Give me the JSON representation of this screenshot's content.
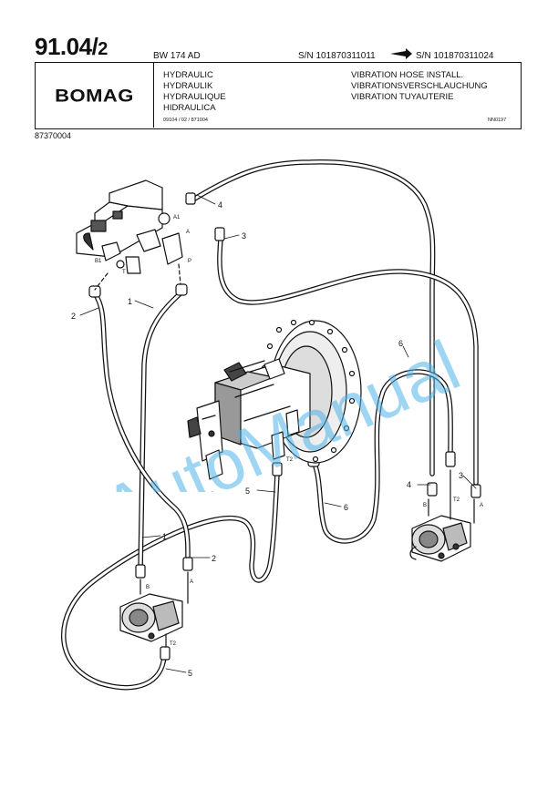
{
  "header": {
    "page_number": "91.04/",
    "page_sub": "2",
    "model": "BW 174 AD",
    "sn_from": "S/N 101870311011",
    "sn_to": "S/N 101870311024",
    "logo": "BOMAG",
    "group_lines": [
      "HYDRAULIC",
      "HYDRAULIK",
      "HYDRAULIQUE",
      "HIDRAULICA"
    ],
    "title_lines": [
      "VIBRATION HOSE INSTALL.",
      "VIBRATIONSVERSCHLAUCHUNG",
      "VIBRATION  TUYAUTERIE"
    ],
    "doc_ref": "09104 / 02 / 871004",
    "doc_code": "NN0197",
    "part_number": "87370004"
  },
  "callouts": {
    "c1a": "1",
    "c1b": "1",
    "c2a": "2",
    "c2b": "2",
    "c3a": "3",
    "c3b": "3",
    "c4a": "4",
    "c4b": "4",
    "c5a": "5",
    "c5b": "5",
    "c6a": "6",
    "c6b": "6"
  },
  "ports": {
    "valve_a1": "A1",
    "valve_a": "A",
    "valve_b1": "B1",
    "valve_t": "T",
    "valve_p": "P",
    "pump_t2": "T2",
    "motor_r_b": "B",
    "motor_r_t2": "T2",
    "motor_r_a": "A",
    "motor_l_b": "B",
    "motor_l_a": "A",
    "motor_l_t2": "T2"
  },
  "watermark": "AutoManual",
  "colors": {
    "ink": "#111111",
    "watermark": "#4fb3e8"
  }
}
